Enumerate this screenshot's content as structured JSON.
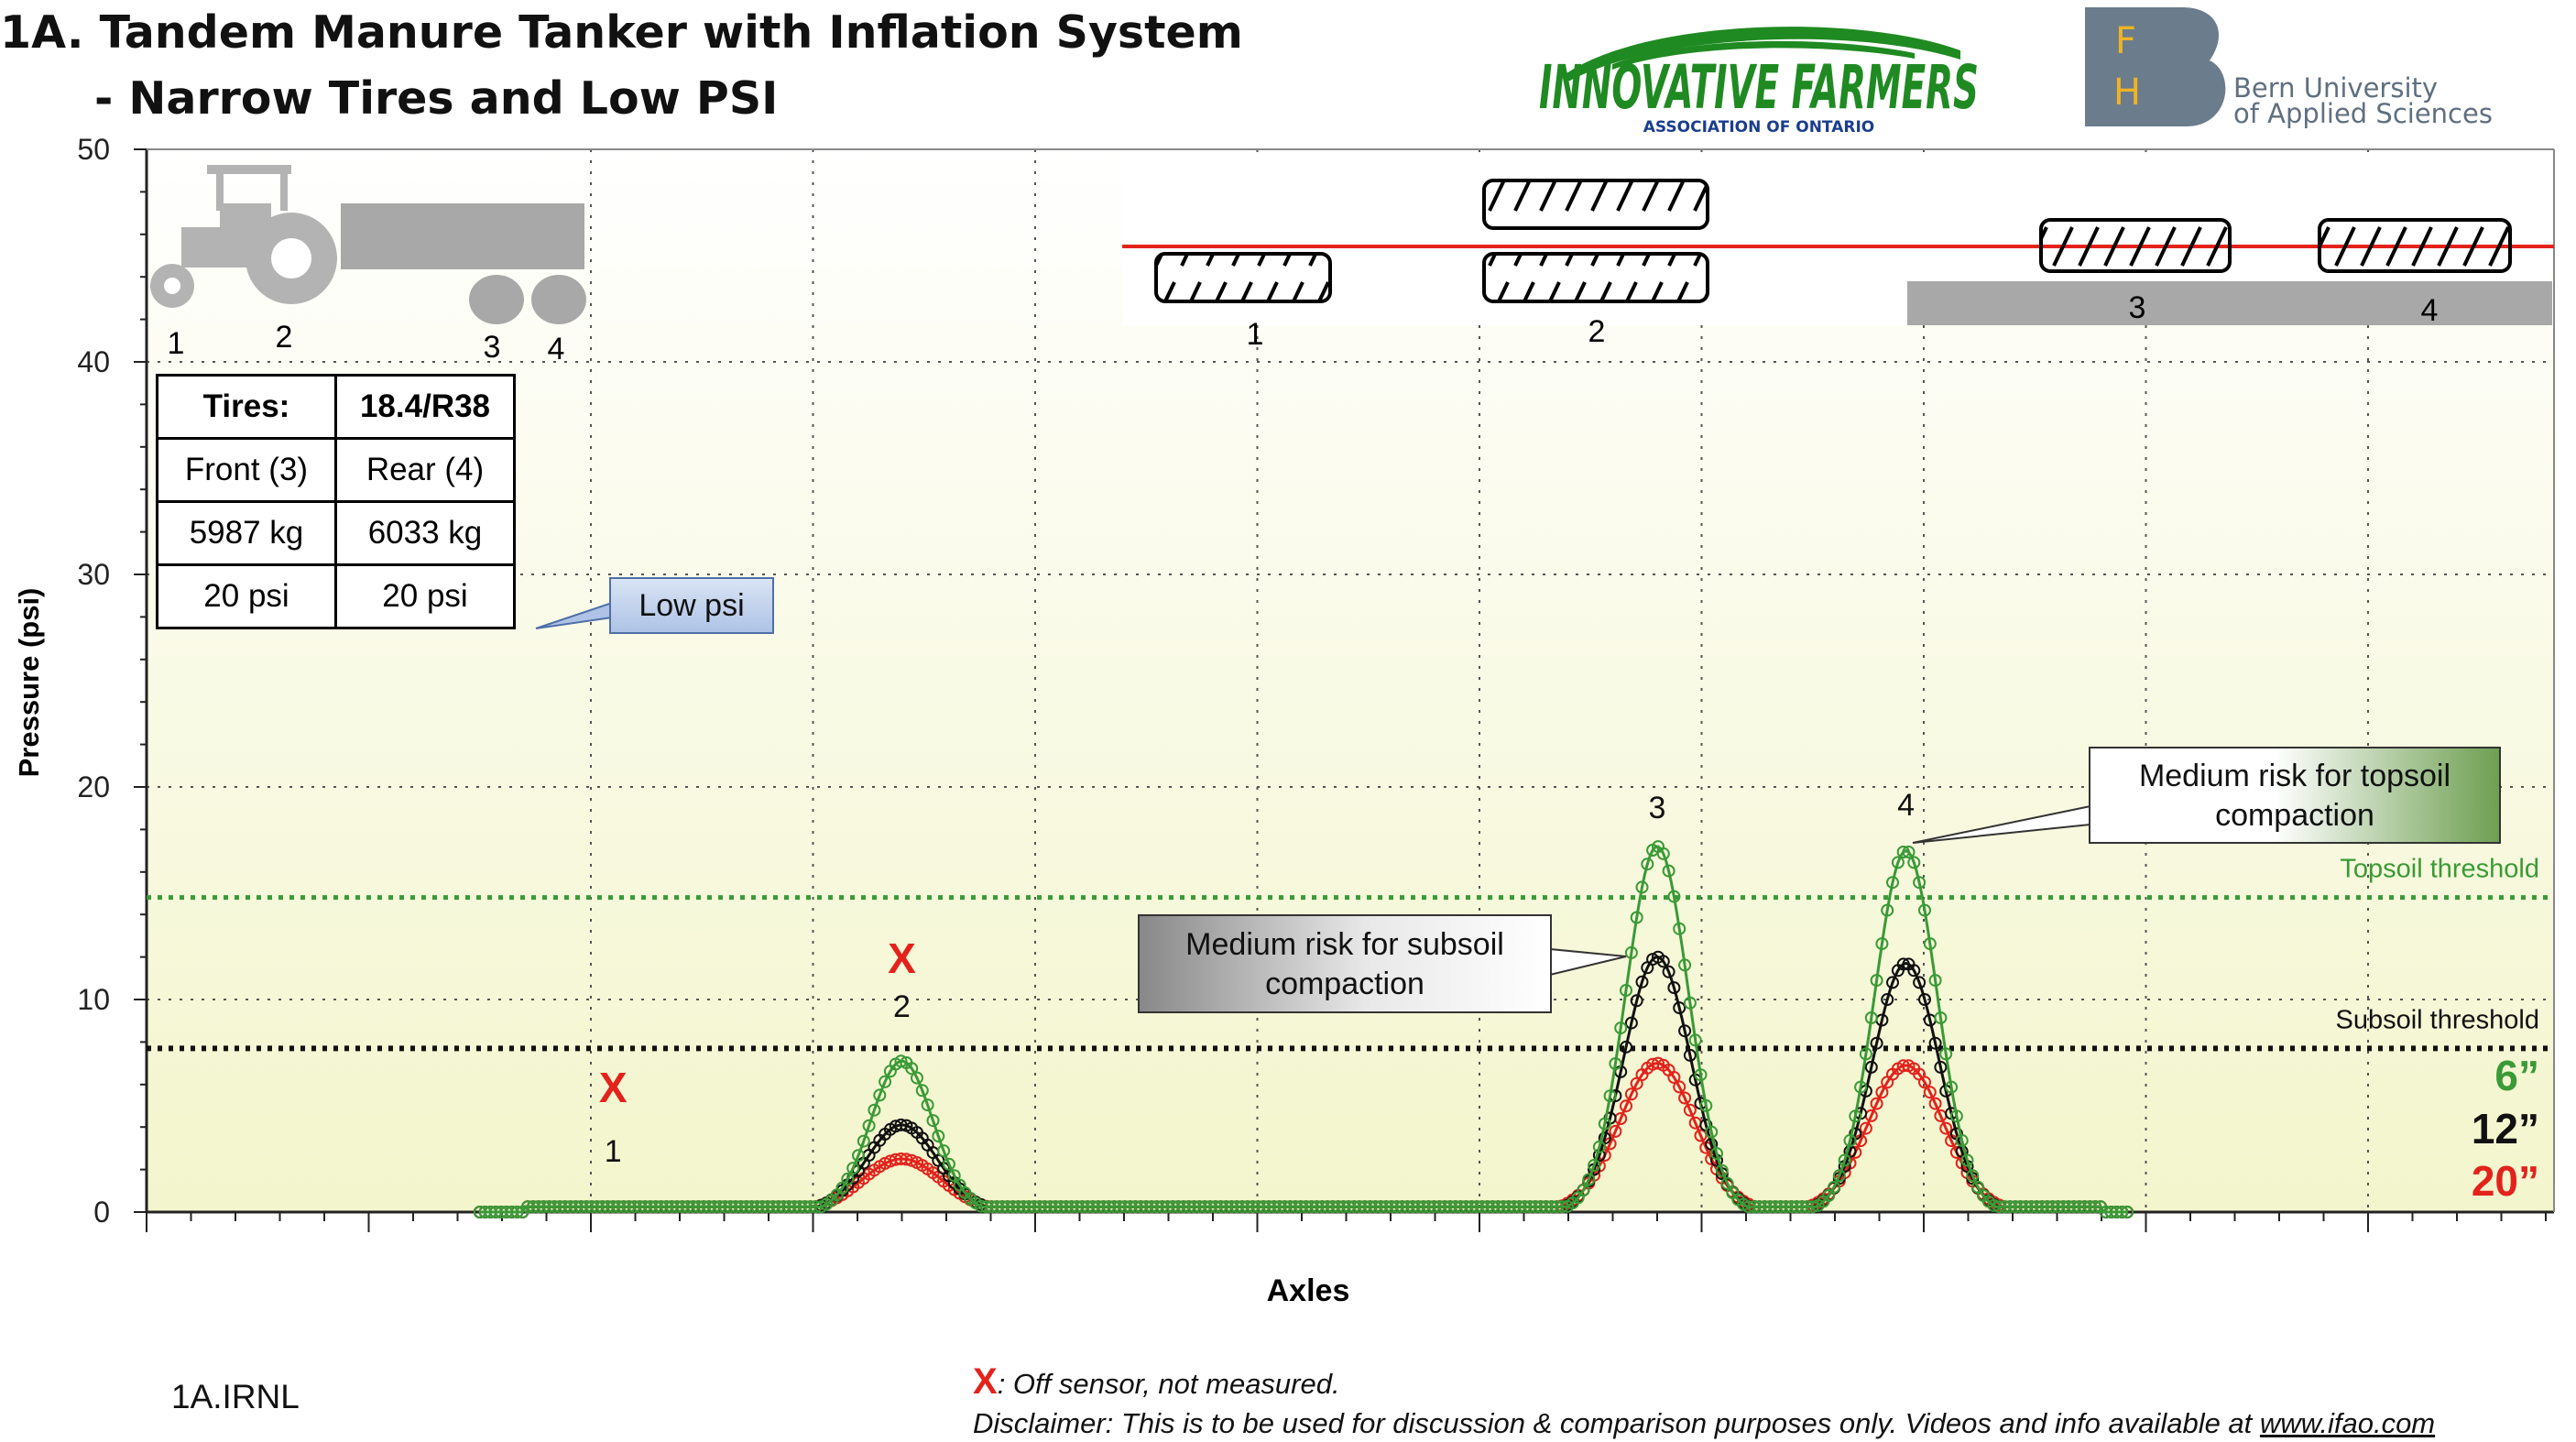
{
  "title_line1": "1A. Tandem Manure Tanker with Inflation System",
  "title_line2": "- Narrow Tires and Low PSI",
  "logo_ifa": {
    "main": "INNOVATIVE FARMERS",
    "sub": "ASSOCIATION OF ONTARIO",
    "color": "#1f8a22"
  },
  "logo_bfh": {
    "letters": [
      "F",
      "H"
    ],
    "line1": "Bern University",
    "line2": "of Applied Sciences"
  },
  "tire_table": {
    "header": [
      "Tires:",
      "18.4/R38"
    ],
    "rows": [
      [
        "Front (3)",
        "Rear (4)"
      ],
      [
        "5987 kg",
        "6033 kg"
      ],
      [
        "20 psi",
        "20 psi"
      ]
    ]
  },
  "callouts": {
    "low_psi": "Low psi",
    "subsoil_risk": "Medium risk for subsoil compaction",
    "topsoil_risk": "Medium risk for topsoil compaction"
  },
  "tractor_axle_labels": [
    "1",
    "2",
    "3",
    "4"
  ],
  "axle_diagram_labels": [
    "1",
    "2",
    "3",
    "4"
  ],
  "footer_code": "1A.IRNL",
  "legend_note": {
    "mark": "X",
    "text": ": Off sensor, not measured."
  },
  "disclaimer": {
    "text": "Disclaimer: This is to be used for discussion & comparison purposes only. Videos and info available at ",
    "link": "www.ifao.com"
  },
  "chart_data": {
    "type": "line",
    "title": "1A. Tandem Manure Tanker with Inflation System - Narrow Tires and Low PSI",
    "xlabel": "Axles",
    "ylabel": "Pressure (psi)",
    "ylim": [
      0,
      50
    ],
    "yticks": [
      0,
      10,
      20,
      30,
      40,
      50
    ],
    "grid": true,
    "x_positions": [
      1,
      1.5,
      2,
      2.5,
      3,
      3.5,
      4,
      4.5,
      5
    ],
    "series": [
      {
        "name": "6”",
        "color": "#3a9a36",
        "peaks": [
          {
            "x": 1.7,
            "y": 7.1,
            "w": 0.07
          },
          {
            "x": 3.4,
            "y": 17.2,
            "w": 0.07
          },
          {
            "x": 3.96,
            "y": 17.0,
            "w": 0.07
          }
        ]
      },
      {
        "name": "12”",
        "color": "#111111",
        "peaks": [
          {
            "x": 1.7,
            "y": 4.1,
            "w": 0.08
          },
          {
            "x": 3.4,
            "y": 12.0,
            "w": 0.075
          },
          {
            "x": 3.96,
            "y": 11.7,
            "w": 0.075
          }
        ]
      },
      {
        "name": "20”",
        "color": "#e3221b",
        "peaks": [
          {
            "x": 1.7,
            "y": 2.5,
            "w": 0.09
          },
          {
            "x": 3.4,
            "y": 7.0,
            "w": 0.085
          },
          {
            "x": 3.96,
            "y": 6.9,
            "w": 0.085
          }
        ]
      }
    ],
    "thresholds": [
      {
        "name": "Topsoil threshold",
        "y": 14.8,
        "color": "#3a9a36"
      },
      {
        "name": "Subsoil threshold",
        "y": 7.7,
        "color": "#111111"
      }
    ],
    "axle_markers": [
      {
        "label": "1",
        "x": 1.05,
        "off_sensor": true,
        "note": "X"
      },
      {
        "label": "2",
        "x": 1.7,
        "off_sensor": true,
        "note": "X"
      },
      {
        "label": "3",
        "x": 3.4,
        "off_sensor": false
      },
      {
        "label": "4",
        "x": 3.96,
        "off_sensor": false
      }
    ]
  }
}
